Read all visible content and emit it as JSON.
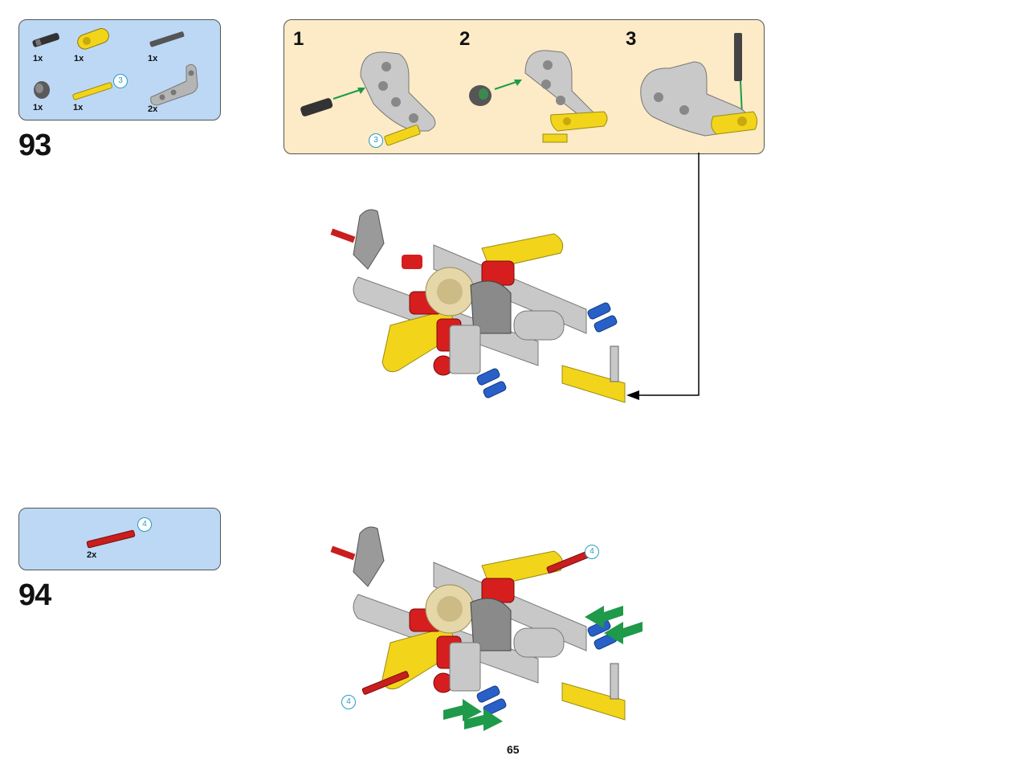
{
  "step93": {
    "number": "93",
    "parts": [
      {
        "qty": "1x",
        "icon": "axle-pin-black-icon"
      },
      {
        "qty": "1x",
        "icon": "yellow-connector-icon"
      },
      {
        "qty": "1x",
        "icon": "axle-gray-icon"
      },
      {
        "qty": "1x",
        "icon": "bush-dark-gray-icon"
      },
      {
        "qty": "1x",
        "icon": "yellow-axle-icon",
        "callout": "3"
      },
      {
        "qty": "2x",
        "icon": "gray-angled-beam-icon"
      }
    ],
    "substeps": [
      {
        "label": "1"
      },
      {
        "label": "2"
      },
      {
        "label": "3"
      }
    ],
    "sub_callout": "3"
  },
  "step94": {
    "number": "94",
    "parts": [
      {
        "qty": "2x",
        "icon": "red-axle-icon",
        "callout": "4"
      }
    ],
    "callouts": [
      "4",
      "4"
    ]
  },
  "page_number": "65",
  "colors": {
    "parts_bg": "#bcd8f4",
    "substep_bg": "#fcebc6",
    "callout": "#2a9bc4",
    "arrow": "#1e9a4a"
  }
}
